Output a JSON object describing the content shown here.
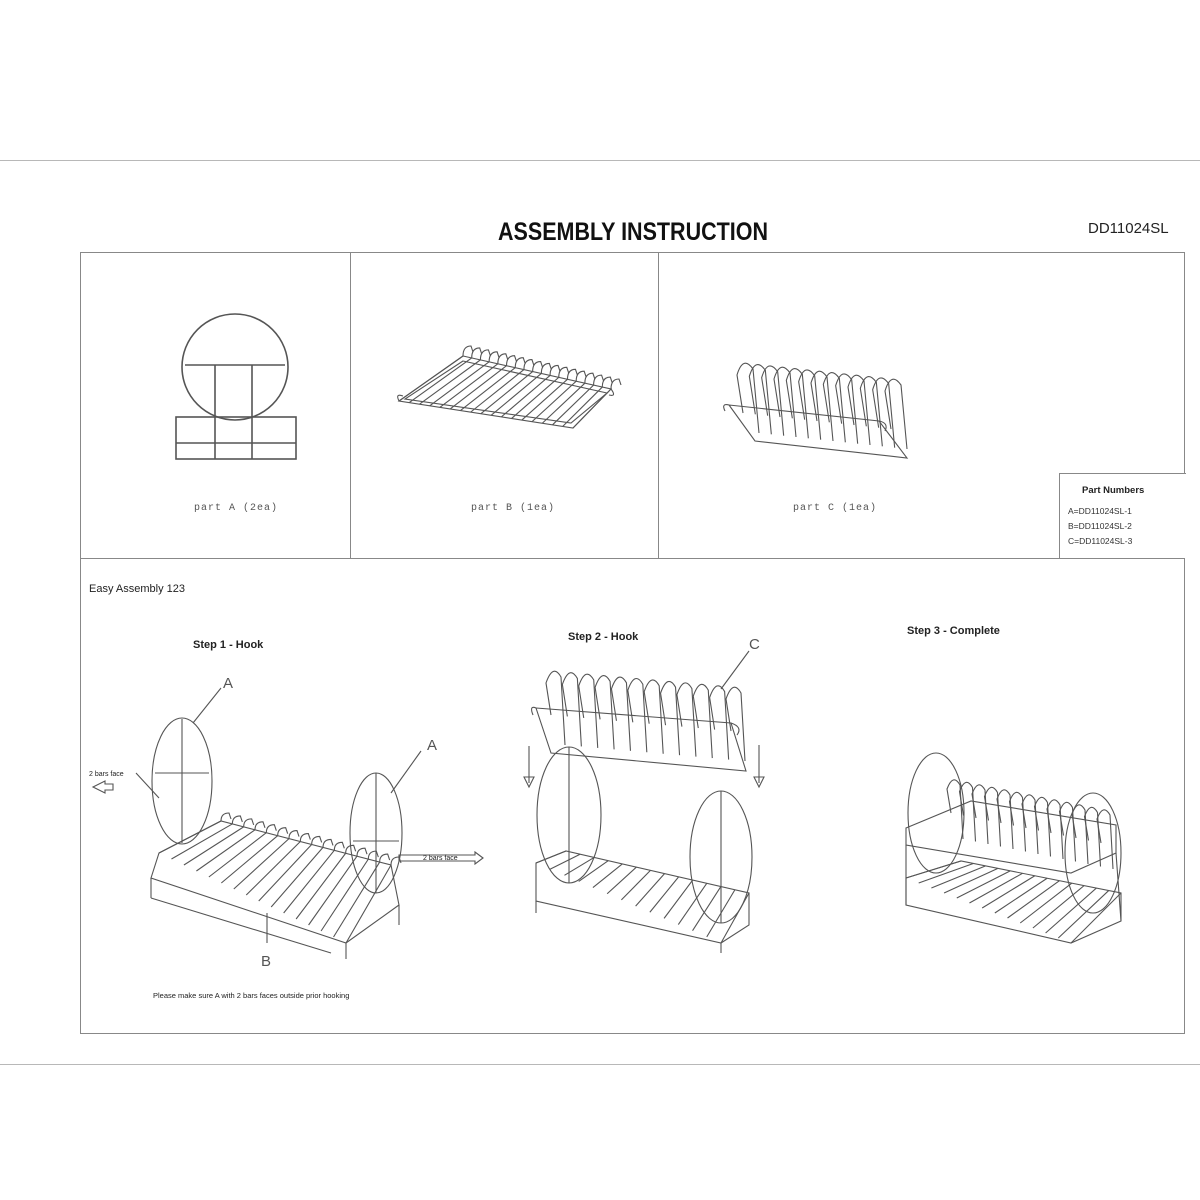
{
  "header": {
    "title": "ASSEMBLY INSTRUCTION",
    "model": "DD11024SL"
  },
  "parts": [
    {
      "caption": "part A (2ea)"
    },
    {
      "caption": "part B (1ea)"
    },
    {
      "caption": "part C (1ea)"
    }
  ],
  "part_numbers": {
    "heading": "Part Numbers",
    "rows": [
      "A=DD11024SL-1",
      "B=DD11024SL-2",
      "C=DD11024SL-3"
    ]
  },
  "assembly": {
    "heading": "Easy Assembly 123",
    "steps": [
      {
        "title": "Step 1 - Hook",
        "labels": [
          "A",
          "A",
          "B"
        ],
        "callouts": [
          "2 bars face",
          "2 bars face"
        ],
        "note": "Please make sure A with 2 bars faces outside prior hooking"
      },
      {
        "title": "Step 2 - Hook",
        "labels": [
          "C"
        ]
      },
      {
        "title": "Step 3 - Complete"
      }
    ]
  },
  "colors": {
    "line": "#555555",
    "frame": "#888888",
    "text": "#222222"
  }
}
